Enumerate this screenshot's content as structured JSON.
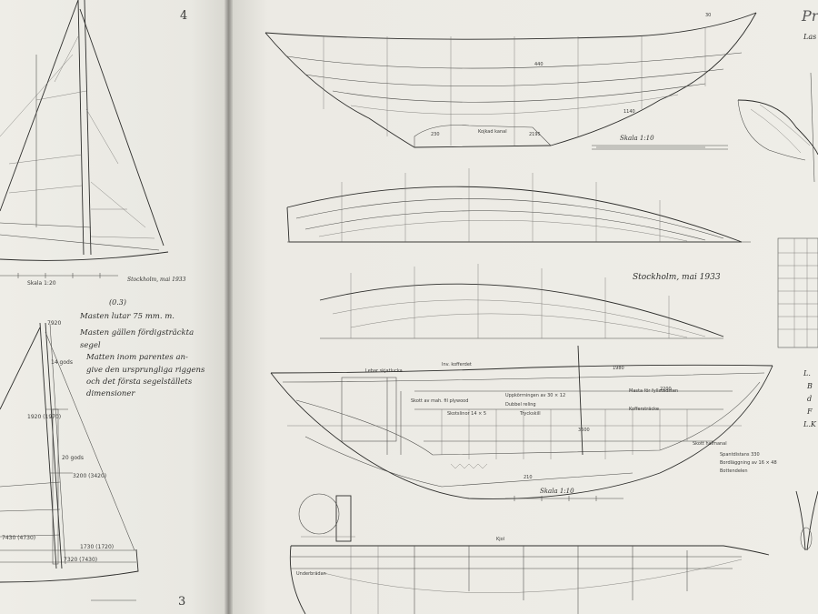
{
  "left_page": {
    "page_number_top": "4",
    "page_number_bottom": "3",
    "scale_top": "Skala 1:20",
    "signature_top": "Stockholm, mai 1933",
    "note_number": "(0.3)",
    "note_lines": [
      "Masten lutar 75 mm. m.",
      "Masten gällen fördigsträckta",
      "segel",
      "Matten inom parentes an-",
      "give den ursprungliga riggens",
      "och det första segelställets",
      "dimensioner"
    ],
    "rig_dims": [
      "1920 (1970)",
      "3200 (3420)",
      "1730 (1720)",
      "7320 (7430)",
      "14 gods",
      "20 gods",
      "7430 (4730)",
      "7920"
    ]
  },
  "right_page": {
    "title_fragment": "Pr",
    "scale_upper": "Skala 1:10",
    "scale_lower": "Skala 1:10",
    "signature": "Stockholm, mai 1933",
    "labels": [
      "Lebar skjatlucka",
      "Inv. kofferdet",
      "Skott av mah. fil plywood",
      "Uppkörrningen av 30 × 12",
      "Dubbel reling",
      "Tryckskill",
      "Skotslinor 14 × 5",
      "Skott halmanal",
      "Masta för fyllstädsten",
      "Koffersträcke",
      "Spantdistans 330",
      "Bordläggning av 16 × 48",
      "Bottendelen",
      "Kojkad kanal",
      "Kjol",
      "Underbrädan"
    ],
    "numbers": [
      "30",
      "440",
      "230",
      "1980",
      "2195",
      "1140",
      "2200",
      "3600",
      "210"
    ],
    "right_edge_letters": [
      "Las",
      "L.",
      "B",
      "d",
      "F",
      "L.K"
    ]
  }
}
